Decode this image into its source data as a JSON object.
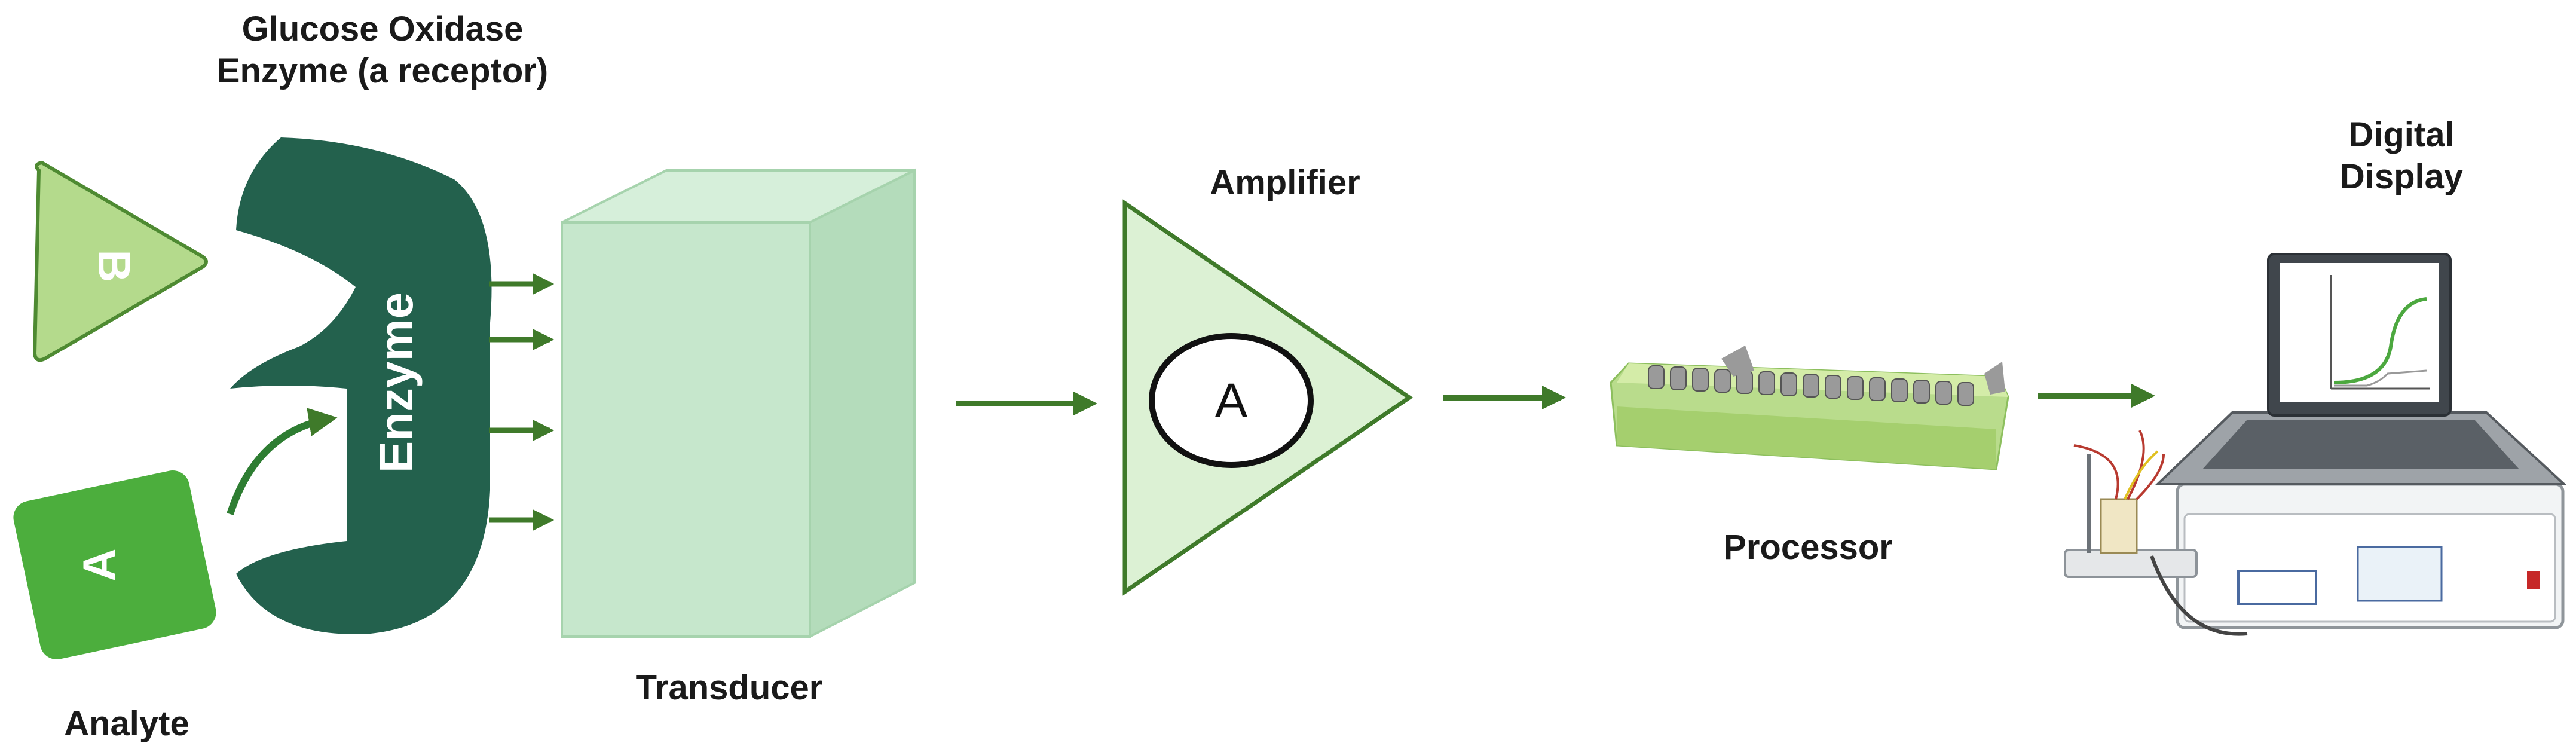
{
  "labels": {
    "receptor_line1": "Glucose Oxidase",
    "receptor_line2": "Enzyme (a receptor)",
    "analyte": "Analyte",
    "transducer": "Transducer",
    "amplifier": "Amplifier",
    "processor": "Processor",
    "display_line1": "Digital",
    "display_line2": "Display"
  },
  "shapes": {
    "triangle_b": "B",
    "square_a": "A",
    "enzyme": "Enzyme",
    "amplifier_circle": "A"
  },
  "colors": {
    "enzyme_dark_green": "#23614d",
    "light_green": "#c2e3ba",
    "analyte_green": "#4cae3d",
    "triangle_b_green": "#b4da8c",
    "arrow_green": "#3f7a2a",
    "transducer_green": "#c6e7cc"
  },
  "icons": {
    "processor": "processor-board-icon",
    "display": "laptop-potentiostat-icon"
  }
}
